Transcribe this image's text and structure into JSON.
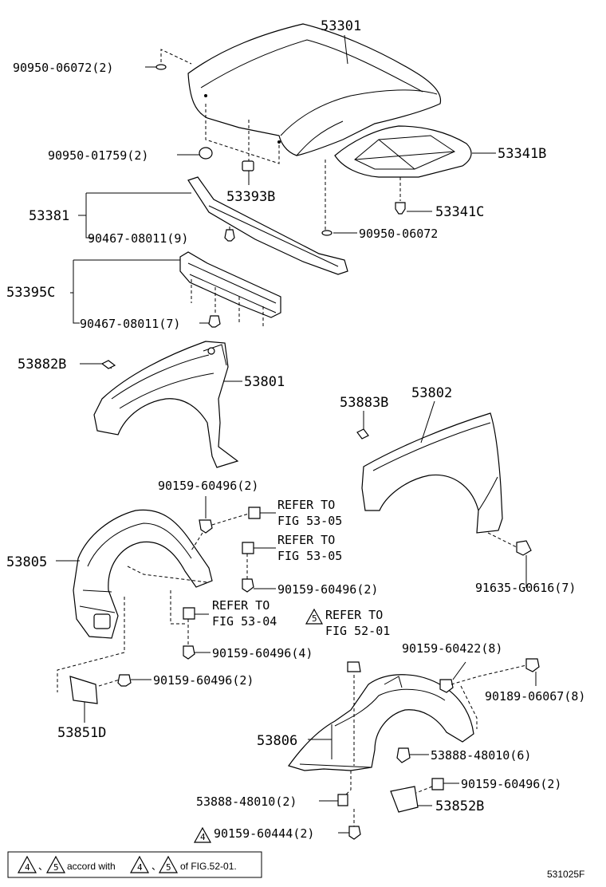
{
  "labels": {
    "p53301": "53301",
    "p53341b": "53341B",
    "p53341c": "53341C",
    "p53393b": "53393B",
    "p53381": "53381",
    "p53395c": "53395C",
    "p53882b": "53882B",
    "p53801": "53801",
    "p53883b": "53883B",
    "p53802": "53802",
    "p53805": "53805",
    "p53851d": "53851D",
    "p53806": "53806",
    "p53852b": "53852B",
    "f9095006072_2": "90950-06072(2)",
    "f9095001759_2": "90950-01759(2)",
    "f9095006072": "90950-06072",
    "f9046708011_9": "90467-08011(9)",
    "f9046708011_7": "90467-08011(7)",
    "f9015960496_2a": "90159-60496(2)",
    "f9015960496_2b": "90159-60496(2)",
    "f9015960496_4": "90159-60496(4)",
    "f9015960496_2c": "90159-60496(2)",
    "f9015960496_2d": "90159-60496(2)",
    "f91635g0616_7": "91635-G0616(7)",
    "f9015960422_8": "90159-60422(8)",
    "f9018906067_8": "90189-06067(8)",
    "f5388848010_6": "53888-48010(6)",
    "f5388848010_2": "53888-48010(2)",
    "f9015960444_2": "90159-60444(2)"
  },
  "refs": {
    "r1a": "REFER TO",
    "r1b": "FIG 53-05",
    "r2a": "REFER TO",
    "r2b": "FIG 53-05",
    "r3a": "REFER TO",
    "r3b": "FIG 53-04",
    "r4a": "REFER TO",
    "r4b": "FIG 52-01"
  },
  "triangles": {
    "t5": "5",
    "t4": "4",
    "n4": "4",
    "n5": "5",
    "n4b": "4",
    "n5b": "5"
  },
  "note": {
    "sep1": "、",
    "accord": "accord with",
    "sep2": "、",
    "of": "of FIG.52-01."
  },
  "figure_code": "531025F"
}
